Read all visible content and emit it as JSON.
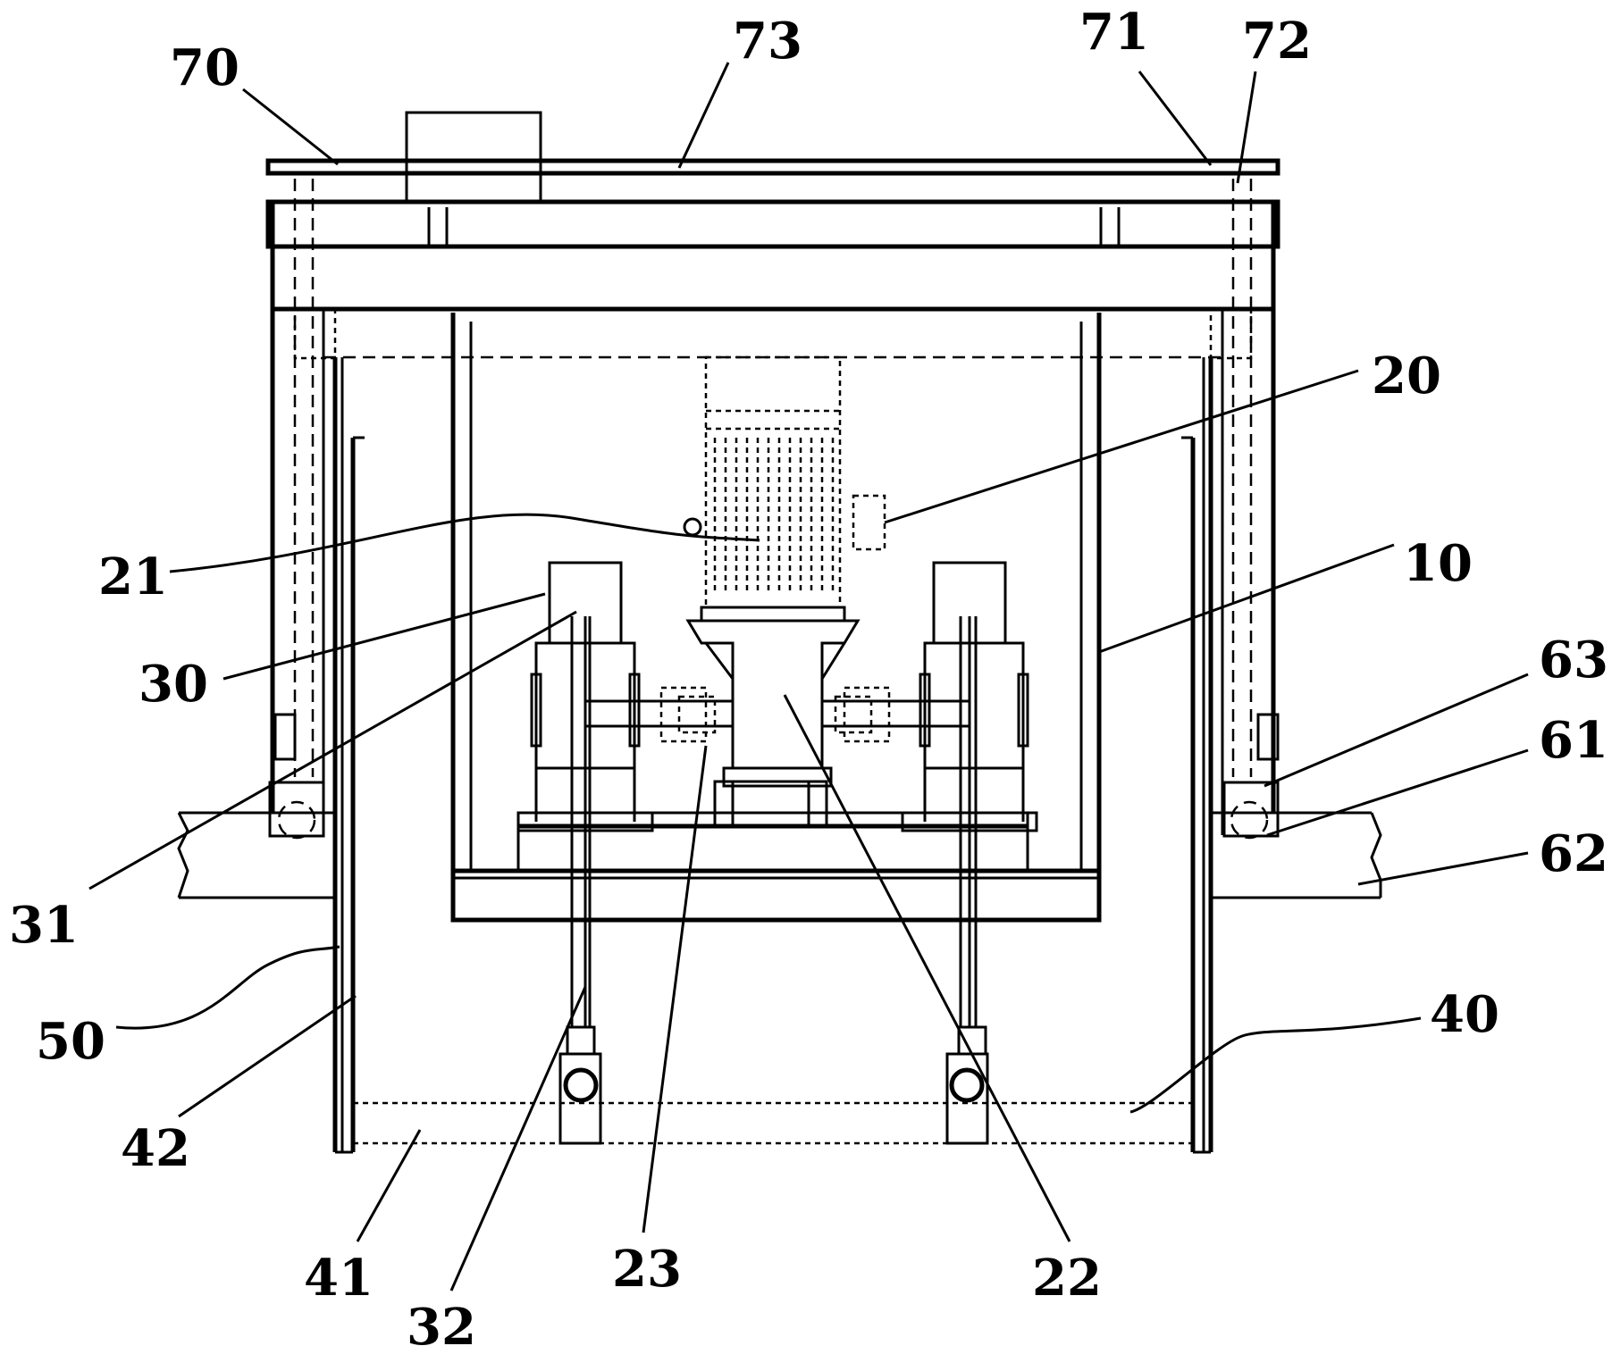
{
  "labels": {
    "l70": "70",
    "l73": "73",
    "l71": "71",
    "l72": "72",
    "l20": "20",
    "l21": "21",
    "l10": "10",
    "l30": "30",
    "l63": "63",
    "l61": "61",
    "l62": "62",
    "l31": "31",
    "l50": "50",
    "l40": "40",
    "l42": "42",
    "l41": "41",
    "l32": "32",
    "l23": "23",
    "l22": "22"
  }
}
